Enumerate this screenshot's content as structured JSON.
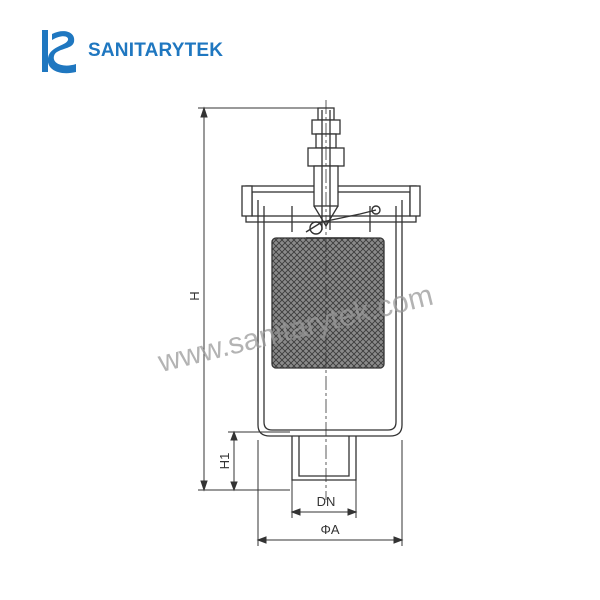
{
  "brand": {
    "name": "SANITARYTEK",
    "color": "#1f77c0"
  },
  "watermark": {
    "text": "www.sanitarytek.com"
  },
  "dimensions": {
    "height": "H",
    "height_inlet": "H1",
    "nominal_diameter": "DN",
    "outer_diameter": "ΦA"
  },
  "colors": {
    "line": "#333333",
    "float_fill": "#555555"
  }
}
